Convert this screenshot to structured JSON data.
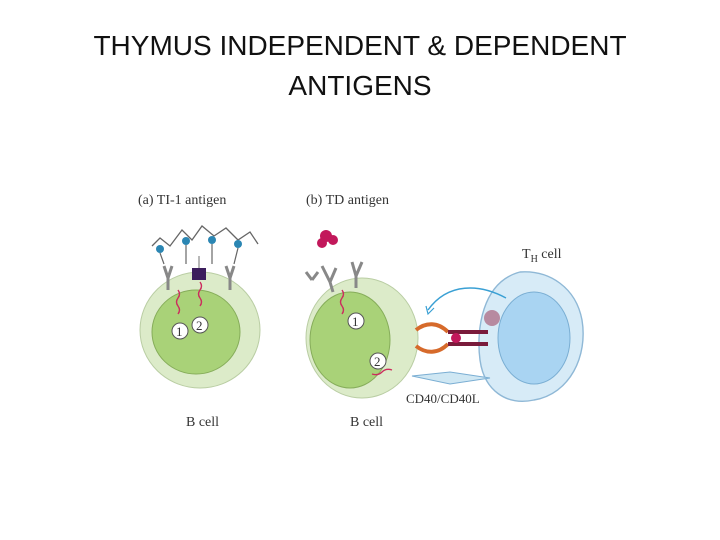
{
  "slide": {
    "title_line1": "THYMUS INDEPENDENT & DEPENDENT",
    "title_line2": "ANTIGENS"
  },
  "panel_a": {
    "label": "(a)  TI-1 antigen",
    "step1": "1",
    "step2": "2",
    "cell_label": "B cell"
  },
  "panel_b": {
    "label": "(b)  TD antigen",
    "step1": "1",
    "step2": "2",
    "cell_label": "B cell",
    "th_label": "T",
    "th_sub": "H",
    "th_suffix": " cell",
    "cd40_label": "CD40/CD40L"
  },
  "colors": {
    "b_cell_outer": "#dcebc9",
    "b_cell_nucleus": "#a9d278",
    "th_cell_outer": "#d7ebf7",
    "th_cell_nucleus": "#a9d4f2",
    "signal": "#cc2d5e",
    "antigen_dot": "#2b86b3",
    "td_antigen": "#c2185b",
    "mhc": "#7a1b3b",
    "tcr": "#d66a2b"
  }
}
